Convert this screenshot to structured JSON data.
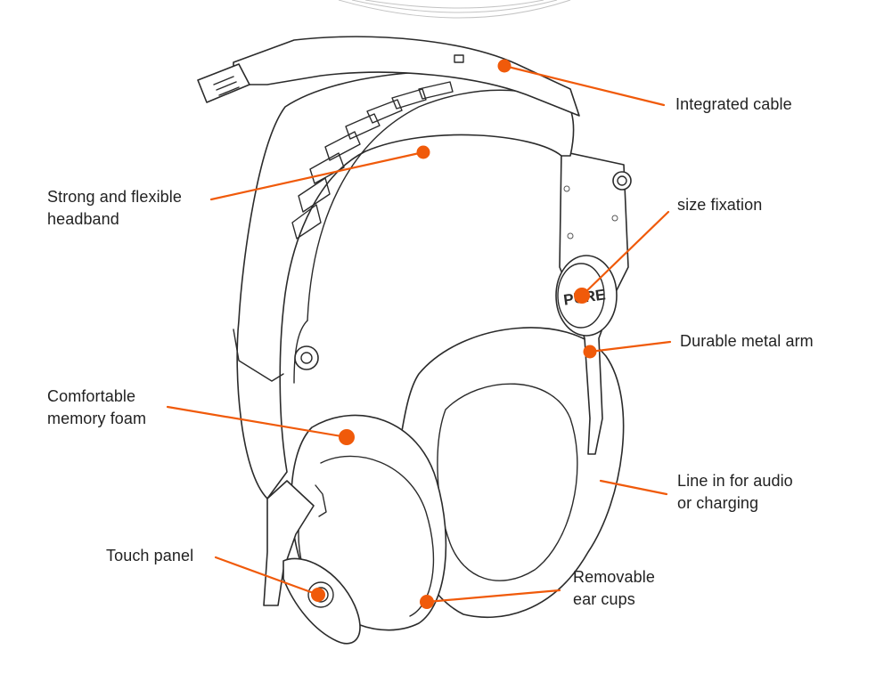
{
  "colors": {
    "accent": "#f05a0a",
    "ink": "#2b2b2b",
    "text": "#222222",
    "background": "#ffffff"
  },
  "product": {
    "knob_text": "PURE"
  },
  "callouts": [
    {
      "id": "integrated-cable",
      "lines": [
        "Integrated cable"
      ]
    },
    {
      "id": "headband",
      "lines": [
        "Strong and flexible",
        "headband"
      ]
    },
    {
      "id": "size-fixation",
      "lines": [
        "size fixation"
      ]
    },
    {
      "id": "metal-arm",
      "lines": [
        "Durable metal arm"
      ]
    },
    {
      "id": "memory-foam",
      "lines": [
        "Comfortable",
        "memory foam"
      ]
    },
    {
      "id": "line-in",
      "lines": [
        "Line in for audio",
        "or charging"
      ]
    },
    {
      "id": "touch-panel",
      "lines": [
        "Touch panel"
      ]
    },
    {
      "id": "ear-cups",
      "lines": [
        "Removable",
        "ear cups"
      ]
    }
  ]
}
